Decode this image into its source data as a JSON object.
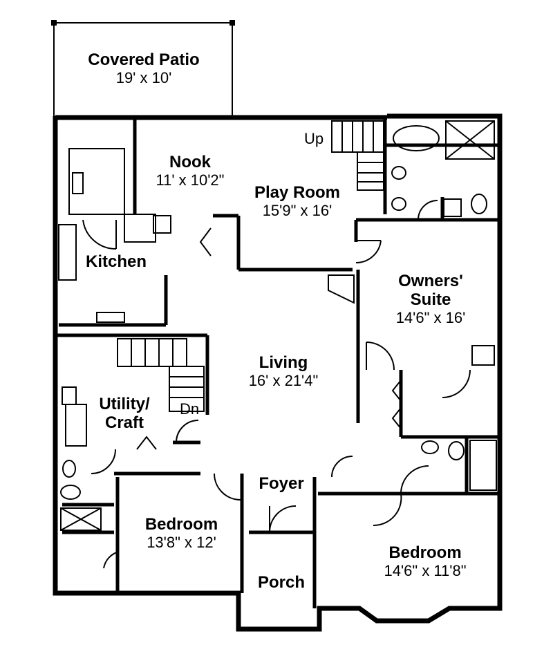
{
  "rooms": {
    "covered_patio": {
      "name": "Covered Patio",
      "dims": "19' x 10'"
    },
    "nook": {
      "name": "Nook",
      "dims": "11' x 10'2\""
    },
    "play_room": {
      "name": "Play Room",
      "dims": "15'9\" x 16'"
    },
    "kitchen": {
      "name": "Kitchen"
    },
    "owners_suite": {
      "name_line1": "Owners'",
      "name_line2": "Suite",
      "dims": "14'6\" x 16'"
    },
    "living": {
      "name": "Living",
      "dims": "16' x 21'4\""
    },
    "utility_craft": {
      "name_line1": "Utility/",
      "name_line2": "Craft"
    },
    "foyer": {
      "name": "Foyer"
    },
    "bedroom_left": {
      "name": "Bedroom",
      "dims": "13'8\" x 12'"
    },
    "bedroom_right": {
      "name": "Bedroom",
      "dims": "14'6\" x 11'8\""
    },
    "porch": {
      "name": "Porch"
    }
  },
  "stairs": {
    "up_label": "Up",
    "down_label": "Dn"
  },
  "colors": {
    "wall": "#000000",
    "background": "#ffffff"
  }
}
